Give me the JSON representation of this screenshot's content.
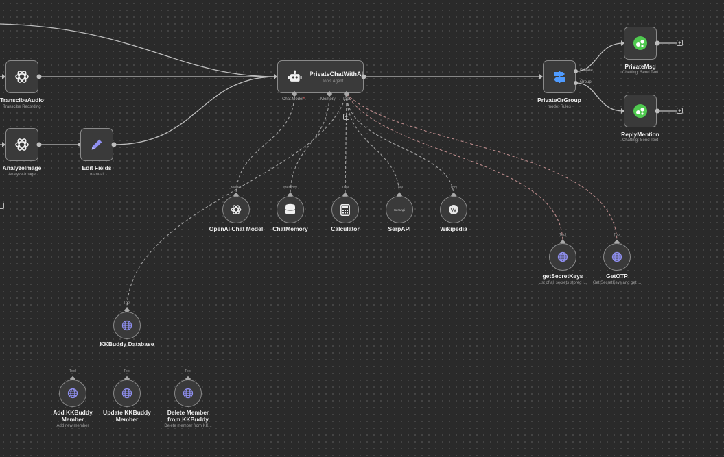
{
  "colors": {
    "background": "#2a2a2a",
    "node_fill": "#3a3a3a",
    "node_border": "#8a8a8a",
    "edge": "#bdbdbd",
    "ai_edge": "#a0a0a0",
    "tool_edge": "#b98a8a",
    "tool_icon": "#8f8ff0",
    "chat_icon": "#4fc94f",
    "switch_icon": "#4f9bff",
    "edit_icon": "#8f8ff0"
  },
  "nodes": {
    "transcribe_audio": {
      "title": "TranscibeAudio",
      "subtitle": "Transcibe Recording",
      "icon": "openai-icon"
    },
    "analyze_image": {
      "title": "AnalyzeImage",
      "subtitle": "Analyze Image",
      "icon": "openai-icon"
    },
    "edit_fields": {
      "title": "Edit Fields",
      "subtitle": "manual",
      "icon": "pencil-icon"
    },
    "agent": {
      "title": "PrivateChatWithAI",
      "subtitle": "Tools Agent",
      "icon": "robot-icon",
      "handles": {
        "chat_model": "Chat Model",
        "chat_model_required": "*",
        "memory": "Memory",
        "tool": "Tool"
      }
    },
    "private_or_group": {
      "title": "PrivateOrGroup",
      "subtitle": "mode: Rules",
      "icon": "switch-icon",
      "outputs": {
        "private": "Private",
        "group": "Group"
      }
    },
    "private_msg": {
      "title": "PrivateMsg",
      "subtitle": "Chatting: Send Text",
      "icon": "chat-icon"
    },
    "reply_mention": {
      "title": "ReplyMention",
      "subtitle": "Chatting: Send Text",
      "icon": "chat-icon"
    }
  },
  "sub_nodes": {
    "openai_chat_model": {
      "title": "OpenAI Chat Model",
      "tag": "Model",
      "icon": "openai-icon"
    },
    "chat_memory": {
      "title": "ChatMemory",
      "tag": "Memory",
      "icon": "database-icon"
    },
    "calculator": {
      "title": "Calculator",
      "tag": "Tool",
      "icon": "calculator-icon"
    },
    "serpapi": {
      "title": "SerpAPI",
      "tag": "Tool",
      "icon": "serpapi-icon",
      "icon_text": "SerpApi"
    },
    "wikipedia": {
      "title": "Wikipedia",
      "tag": "Tool",
      "icon": "wikipedia-icon"
    },
    "get_secret_keys": {
      "title": "getSecretKeys",
      "tag": "Tool",
      "subtitle": "List of all secrets stored i...",
      "icon": "globe-icon"
    },
    "get_otp": {
      "title": "GetOTP",
      "tag": "Tool",
      "subtitle": "Get SecretKeys and get ...",
      "icon": "globe-icon"
    },
    "kkbuddy_database": {
      "title": "KKBuddy Database",
      "tag": "Tool",
      "icon": "globe-icon"
    },
    "add_member": {
      "title_line1": "Add KKBuddy",
      "title_line2": "Member",
      "tag": "Tool",
      "subtitle": "Add new member",
      "icon": "globe-icon"
    },
    "update_member": {
      "title_line1": "Update KKBuddy",
      "title_line2": "Member",
      "tag": "Tool",
      "icon": "globe-icon"
    },
    "delete_member": {
      "title_line1": "Delete Member",
      "title_line2": "from KKBuddy",
      "tag": "Tool",
      "subtitle": "Delete member from KK...",
      "icon": "globe-icon"
    }
  },
  "controls": {
    "add_symbol": "+"
  }
}
